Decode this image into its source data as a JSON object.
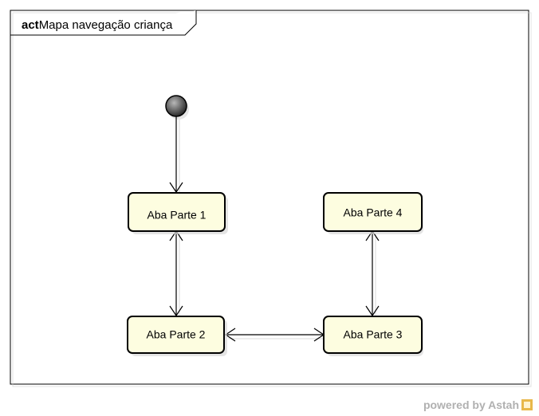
{
  "frame": {
    "keyword": "act",
    "title": "Mapa navegação criança"
  },
  "nodes": {
    "aba1": "Aba Parte 1",
    "aba2": "Aba Parte 2",
    "aba3": "Aba Parte 3",
    "aba4": "Aba Parte 4"
  },
  "watermark": {
    "text": "powered by Astah"
  },
  "colors": {
    "node_fill": "#fdfde0",
    "node_border": "#000000",
    "initial_fill": "#555555"
  }
}
